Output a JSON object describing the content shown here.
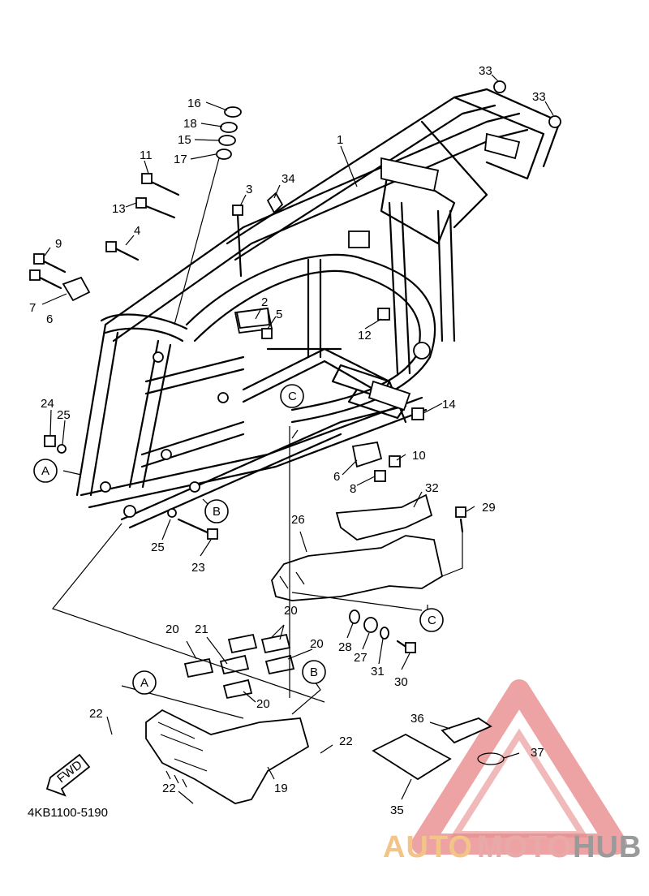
{
  "diagram": {
    "part_code": "4KB1100-5190",
    "fwd_label": "FWD",
    "callouts": [
      "1",
      "2",
      "3",
      "4",
      "5",
      "6",
      "7",
      "8",
      "9",
      "10",
      "11",
      "12",
      "13",
      "14",
      "15",
      "16",
      "17",
      "18",
      "19",
      "20",
      "21",
      "22",
      "23",
      "24",
      "25",
      "26",
      "27",
      "28",
      "29",
      "30",
      "31",
      "32",
      "33",
      "34",
      "35",
      "36",
      "37"
    ],
    "reference_circles": [
      "A",
      "B",
      "C"
    ]
  },
  "watermark": {
    "part1": "AUTO",
    "part2": "MOTO",
    "part3": "HUB",
    "colors": {
      "auto": "#f2c487",
      "moto": "#e9a9a9",
      "hub": "#9a9a9a",
      "triangle": "#e88c8c"
    }
  }
}
